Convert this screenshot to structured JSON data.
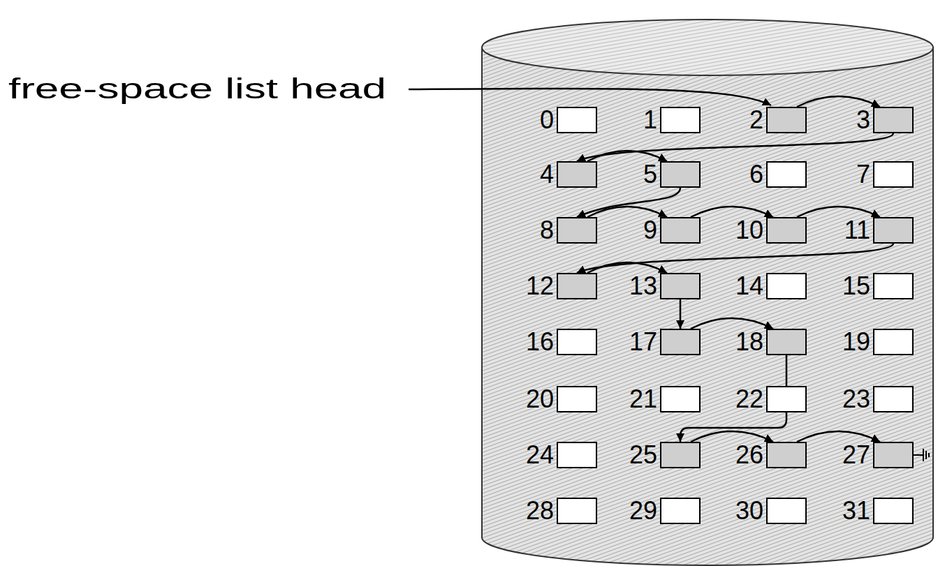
{
  "diagram": {
    "nodes": [
      {
        "text": [
          "0"
        ]
      },
      {
        "text": [
          "1"
        ]
      },
      {
        "text": [
          "2"
        ]
      },
      {
        "text": [
          "3"
        ]
      },
      {
        "text": [
          "4"
        ]
      },
      {
        "text": [
          "5"
        ]
      },
      {
        "text": [
          "6"
        ]
      },
      {
        "text": [
          "7"
        ]
      },
      {
        "text": [
          "8"
        ]
      },
      {
        "text": [
          "9"
        ]
      },
      {
        "text": [
          "10"
        ]
      },
      {
        "text": [
          "11"
        ]
      },
      {
        "text": [
          "12"
        ]
      },
      {
        "text": [
          "13"
        ]
      },
      {
        "text": [
          "14"
        ]
      },
      {
        "text": [
          "15"
        ]
      },
      {
        "text": [
          "16"
        ]
      },
      {
        "text": [
          "17"
        ]
      },
      {
        "text": [
          "18"
        ]
      },
      {
        "text": [
          "19"
        ]
      },
      {
        "text": [
          "20"
        ]
      },
      {
        "text": [
          "21"
        ]
      },
      {
        "text": [
          "22"
        ]
      },
      {
        "text": [
          "23"
        ]
      },
      {
        "text": [
          "24"
        ]
      },
      {
        "text": [
          "25"
        ]
      },
      {
        "text": [
          "26"
        ]
      },
      {
        "text": [
          "27"
        ]
      },
      {
        "text": [
          "28"
        ]
      },
      {
        "text": [
          "29"
        ]
      },
      {
        "text": [
          "30"
        ]
      },
      {
        "text": [
          "31"
        ]
      }
    ],
    "edges": [
      {
        "from": 2,
        "to": 3,
        "arrow": "to"
      },
      {
        "from": 3,
        "to": 4,
        "arrow": "to"
      },
      {
        "from": 4,
        "to": 5,
        "arrow": "to"
      },
      {
        "from": 5,
        "to": 8,
        "arrow": "to"
      },
      {
        "from": 8,
        "to": 9,
        "arrow": "to"
      },
      {
        "from": 9,
        "to": 10,
        "arrow": "to"
      },
      {
        "from": 10,
        "to": 11,
        "arrow": "to"
      },
      {
        "from": 11,
        "to": 12,
        "arrow": "to"
      },
      {
        "from": 12,
        "to": 13,
        "arrow": "to"
      },
      {
        "from": 13,
        "to": 17,
        "arrow": "to"
      },
      {
        "from": 17,
        "to": 18,
        "arrow": "to"
      },
      {
        "from": 18,
        "to": 25,
        "arrow": "to"
      },
      {
        "from": 25,
        "to": 26,
        "arrow": "to"
      },
      {
        "from": 26,
        "to": 27,
        "arrow": "to"
      }
    ],
    "labels": [
      "free-space list head"
    ]
  }
}
